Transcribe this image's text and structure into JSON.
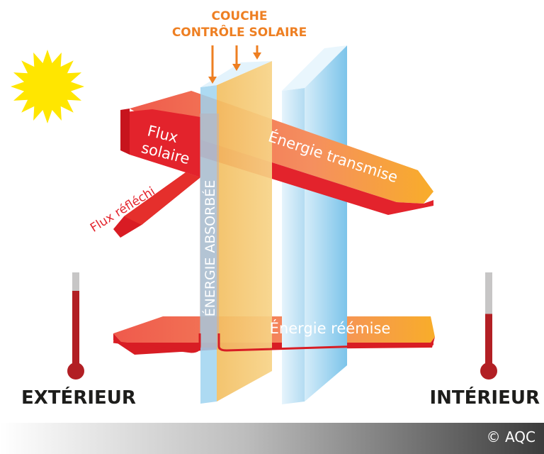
{
  "title": {
    "line1": "COUCHE",
    "line2": "CONTRÔLE SOLAIRE"
  },
  "labels": {
    "flux_solaire_1": "Flux",
    "flux_solaire_2": "solaire",
    "flux_reflechi": "Flux réfléchi",
    "energie_transmise": "Énergie transmise",
    "energie_absorbee": "ÉNERGIE ABSORBÉE",
    "energie_reemise": "Énergie réémise",
    "exterieur": "EXTÉRIEUR",
    "interieur": "INTÉRIEUR"
  },
  "footer": {
    "copyright": "© AQC"
  },
  "thermometers": {
    "exterior_level": 0.8,
    "interior_level": 0.55
  },
  "colors": {
    "accent_orange": "#ee7f22",
    "flux_red": "#e3232c",
    "label_dark": "#1d1d1b",
    "sun_yellow": "#ffe600",
    "thermo_red": "#b21f24",
    "glass_blue": "#7fc6ec",
    "coating_yellow": "#f7c96d"
  },
  "icons": {
    "sun": "sun-icon",
    "thermometer": "thermometer-icon",
    "arrow": "arrow-down-icon"
  }
}
